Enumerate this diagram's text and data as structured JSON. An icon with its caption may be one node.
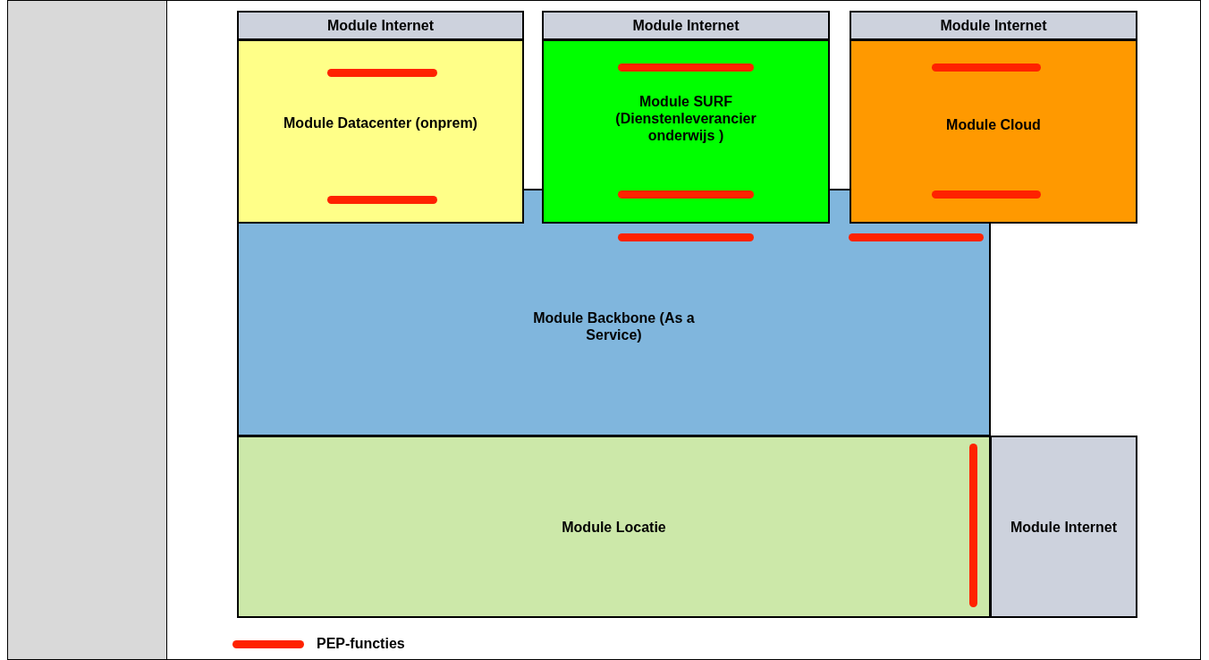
{
  "diagram": {
    "nodes": [
      {
        "text": [
          "Module Internet"
        ]
      },
      {
        "text": [
          "Module Datacenter (onprem)"
        ]
      },
      {
        "text": [
          "Module Internet"
        ]
      },
      {
        "text": [
          "Module SURF (Dienstenleverancier onderwijs )"
        ]
      },
      {
        "text": [
          "Module Internet"
        ]
      },
      {
        "text": [
          "Module Cloud"
        ]
      },
      {
        "text": [
          "Module Backbone (As a Service)"
        ]
      },
      {
        "text": [
          "Module Locatie"
        ]
      },
      {
        "text": [
          "Module Internet"
        ]
      }
    ],
    "edges": [],
    "legend": [
      {
        "text": "PEP-functies"
      }
    ]
  }
}
